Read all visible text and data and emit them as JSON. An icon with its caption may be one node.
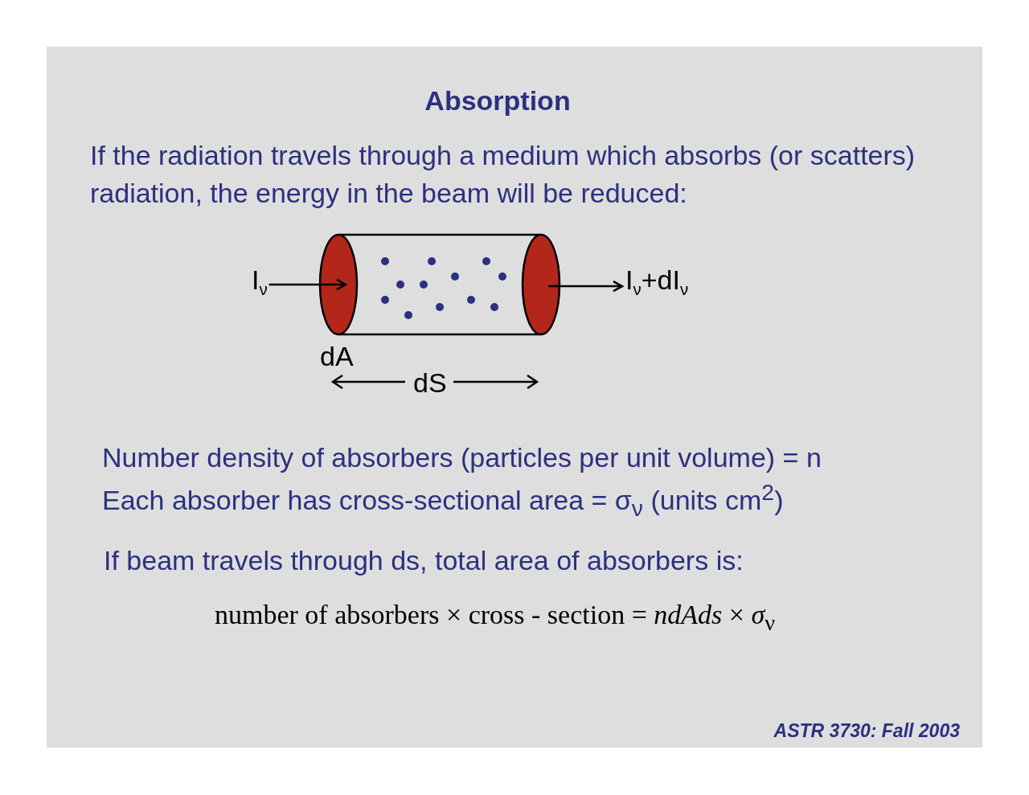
{
  "diagram": {
    "title": "Absorption",
    "nodes": [
      {
        "text": [
          "I$_{ν}$"
        ]
      },
      {
        "text": [],
        "shape": "cylinder"
      },
      {
        "text": [
          "I$_{ν}$+dI$_{ν}$"
        ]
      }
    ],
    "edges": [
      {
        "from": 0,
        "to": 1,
        "arrow": "to"
      },
      {
        "from": 1,
        "to": 2,
        "arrow": "to"
      }
    ],
    "labels": [
      "If the radiation travels through a medium which absorbs (or scatters) radiation, the energy in the beam will be reduced:",
      "dA",
      "dS",
      "Number density of absorbers (particles per unit volume) = n",
      "Each absorber has cross-sectional area = σ$_{ν}$ (units cm$^{2}$)",
      "If beam travels through ds, total area of absorbers is:",
      "number of absorbers × cross - section = *ndAds* × *σ*$_{ν}$",
      "ASTR 3730: Fall 2003"
    ]
  }
}
